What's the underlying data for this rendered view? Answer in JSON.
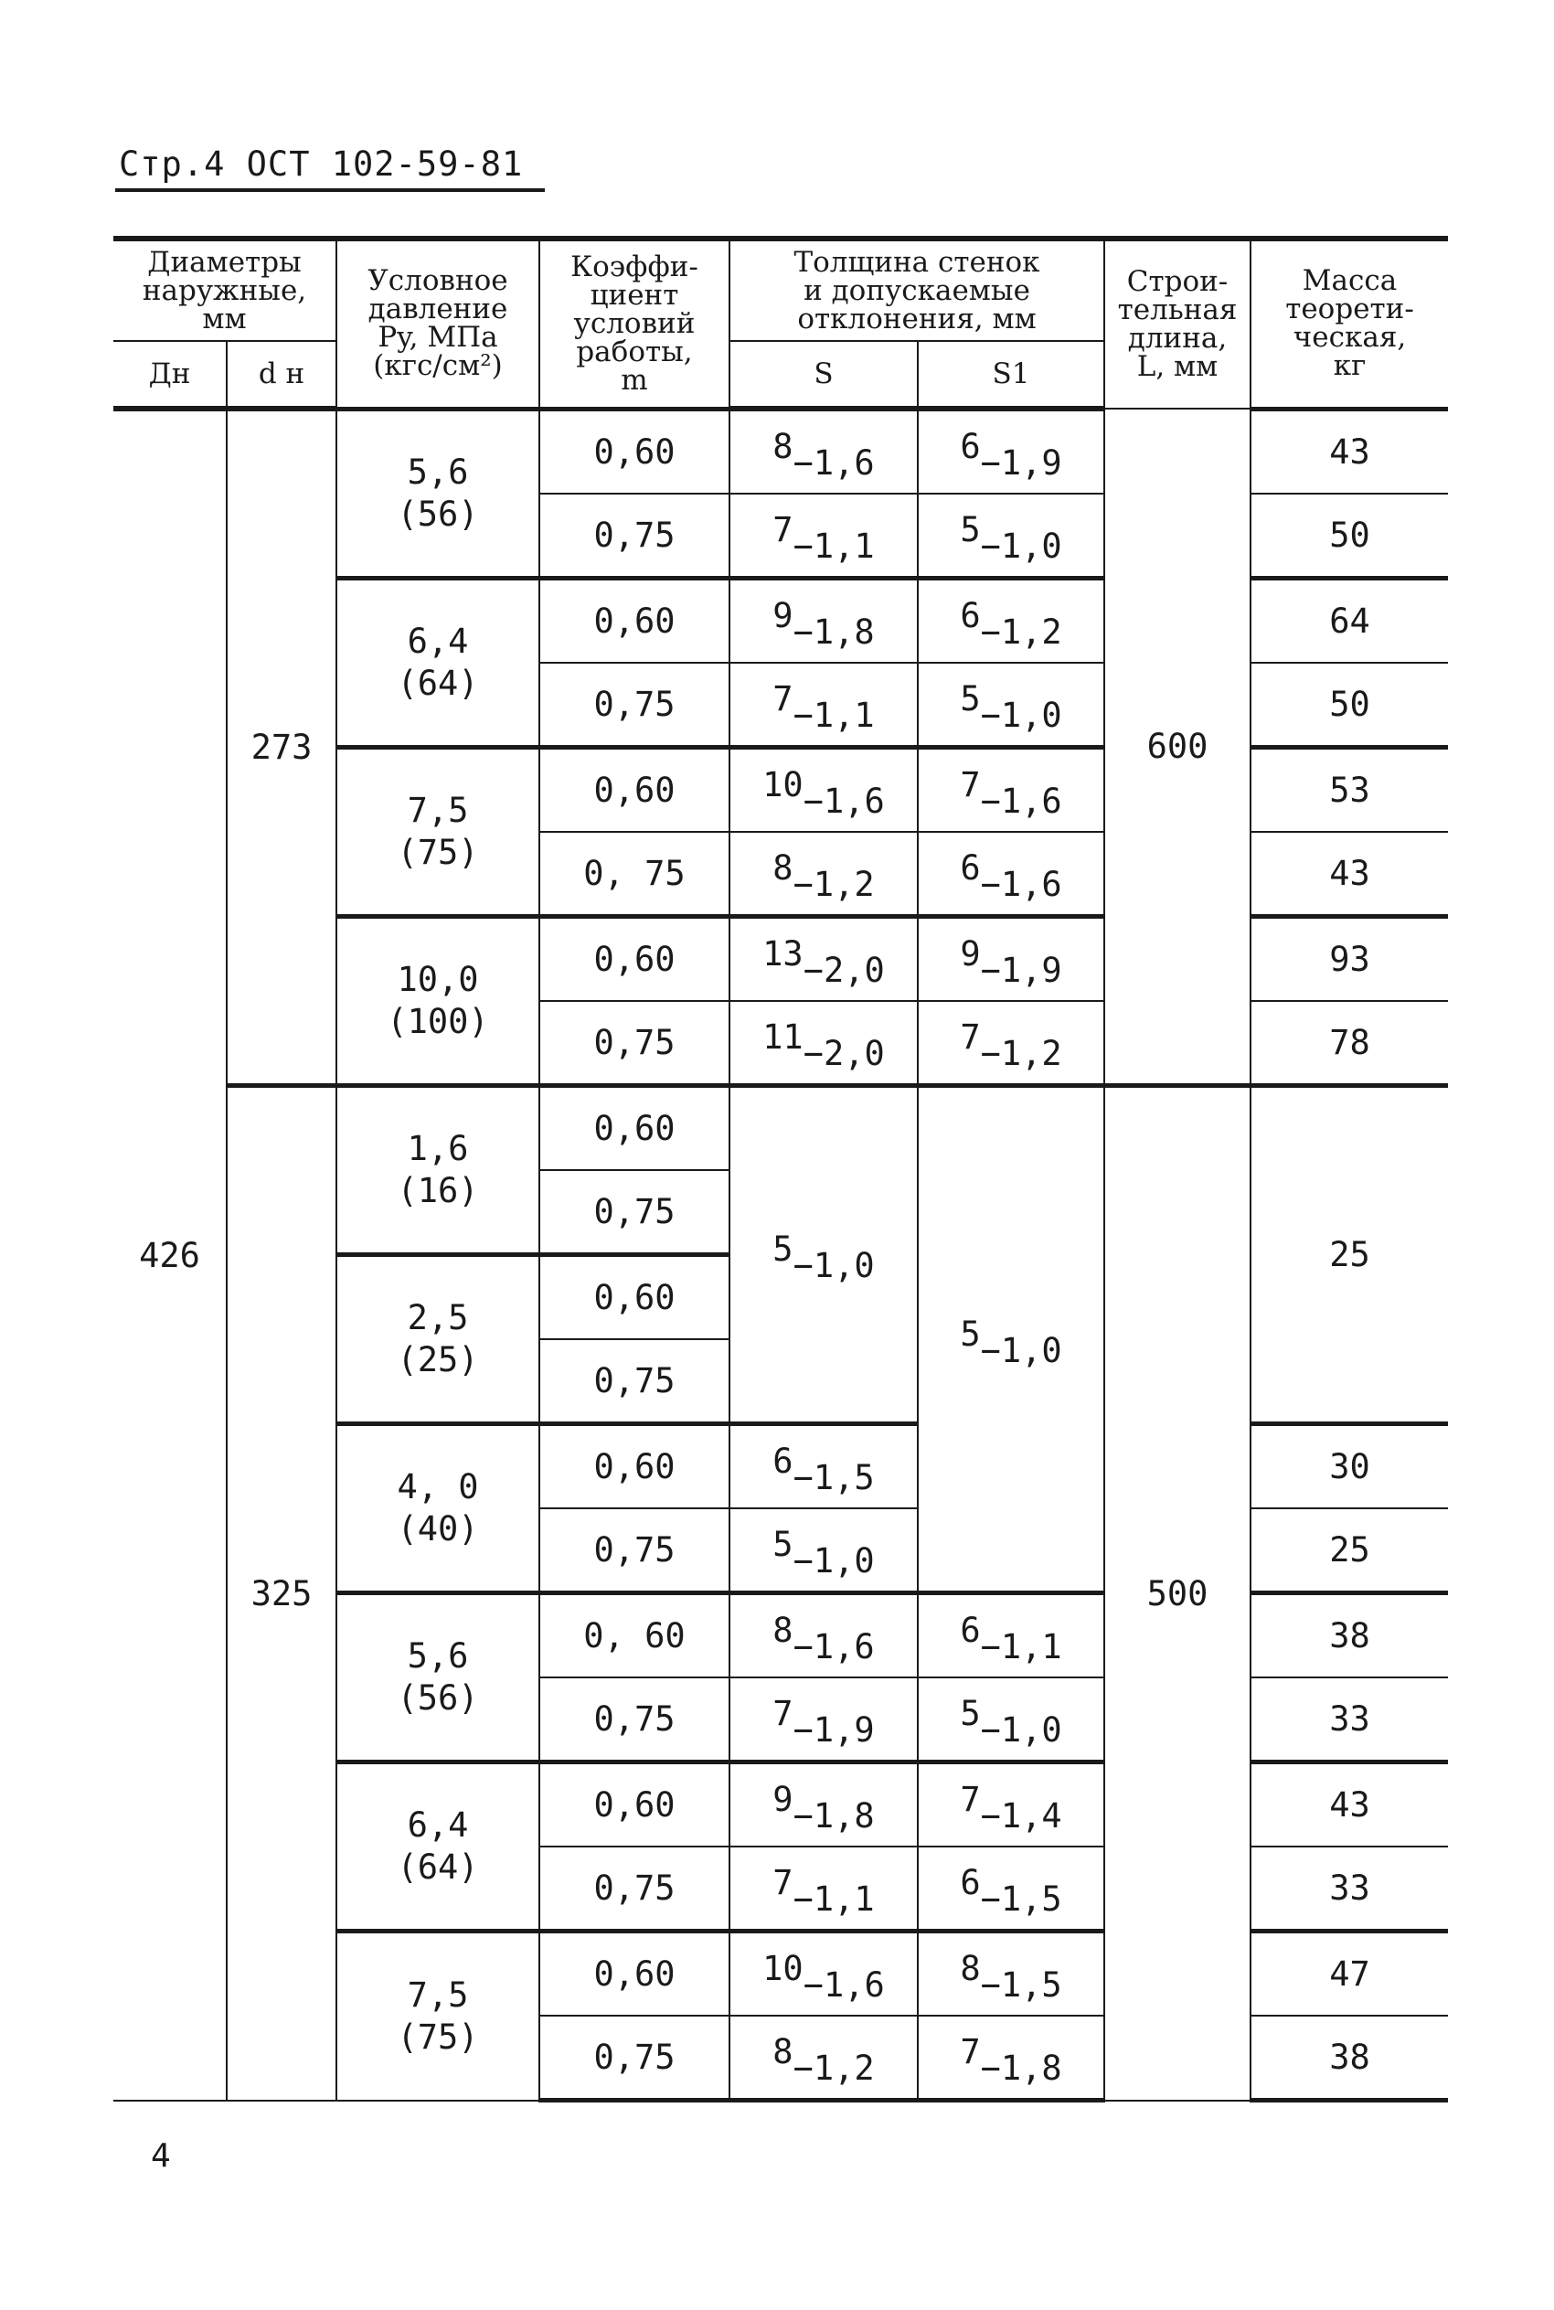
{
  "header": {
    "title": "Стр.4 ОСТ 102-59-81"
  },
  "page_number": "4",
  "columns": {
    "diameters": [
      "Диаметры",
      "наружные,",
      "мм"
    ],
    "dn_outer": "Дн",
    "dn_inner": "d н",
    "pressure": [
      "Условное",
      "давление",
      "Py, МПа",
      "(кгс/см²)"
    ],
    "coef": [
      "Коэффи-",
      "циент",
      "условий",
      "работы,",
      "m"
    ],
    "thickness": [
      "Толщина стенок",
      "и допускаемые",
      "отклонения, мм"
    ],
    "s": "S",
    "s1": "S1",
    "length": [
      "Строи-",
      "тельная",
      "длина,",
      "L, мм"
    ],
    "mass": [
      "Масса",
      "теорети-",
      "ческая,",
      "кг"
    ]
  },
  "dn_value": "426",
  "groups": [
    {
      "dn_inner": "273",
      "length": "600",
      "blocks": [
        {
          "pressure": [
            "5,6",
            "(56)"
          ],
          "rows": [
            {
              "m": "0,60",
              "s": "8",
              "s_tol": "−1,6",
              "s1": "6",
              "s1_tol": "−1,9",
              "mass": "43"
            },
            {
              "m": "0,75",
              "s": "7",
              "s_tol": "−1,1",
              "s1": "5",
              "s1_tol": "−1,0",
              "mass": "50"
            }
          ]
        },
        {
          "pressure": [
            "6,4",
            "(64)"
          ],
          "rows": [
            {
              "m": "0,60",
              "s": "9",
              "s_tol": "−1,8",
              "s1": "6",
              "s1_tol": "−1,2",
              "mass": "64"
            },
            {
              "m": "0,75",
              "s": "7",
              "s_tol": "−1,1",
              "s1": "5",
              "s1_tol": "−1,0",
              "mass": "50"
            }
          ]
        },
        {
          "pressure": [
            "7,5",
            "(75)"
          ],
          "rows": [
            {
              "m": "0,60",
              "s": "10",
              "s_tol": "−1,6",
              "s1": "7",
              "s1_tol": "−1,6",
              "mass": "53"
            },
            {
              "m": "0, 75",
              "s": "8",
              "s_tol": "−1,2",
              "s1": "6",
              "s1_tol": "−1,6",
              "mass": "43"
            }
          ]
        },
        {
          "pressure": [
            "10,0",
            "(100)"
          ],
          "rows": [
            {
              "m": "0,60",
              "s": "13",
              "s_tol": "−2,0",
              "s1": "9",
              "s1_tol": "−1,9",
              "mass": "93"
            },
            {
              "m": "0,75",
              "s": "11",
              "s_tol": "−2,0",
              "s1": "7",
              "s1_tol": "−1,2",
              "mass": "78"
            }
          ]
        }
      ]
    },
    {
      "dn_inner": "325",
      "length": "500",
      "merged": {
        "s_a": "5",
        "s_a_tol": "−1,0",
        "s1_a": "5",
        "s1_a_tol": "−1,0",
        "mass_a": "25"
      },
      "blocks": [
        {
          "pressure": [
            "1,6",
            "(16)"
          ],
          "rows": [
            {
              "m": "0,60"
            },
            {
              "m": "0,75"
            }
          ]
        },
        {
          "pressure": [
            "2,5",
            "(25)"
          ],
          "rows": [
            {
              "m": "0,60"
            },
            {
              "m": "0,75"
            }
          ]
        },
        {
          "pressure": [
            "4, 0",
            "(40)"
          ],
          "rows": [
            {
              "m": "0,60",
              "s": "6",
              "s_tol": "−1,5",
              "mass": "30"
            },
            {
              "m": "0,75",
              "s": "5",
              "s_tol": "−1,0",
              "mass": "25"
            }
          ]
        },
        {
          "pressure": [
            "5,6",
            "(56)"
          ],
          "rows": [
            {
              "m": "0, 60",
              "s": "8",
              "s_tol": "−1,6",
              "s1": "6",
              "s1_tol": "−1,1",
              "mass": "38"
            },
            {
              "m": "0,75",
              "s": "7",
              "s_tol": "−1,9",
              "s1": "5",
              "s1_tol": "−1,0",
              "mass": "33"
            }
          ]
        },
        {
          "pressure": [
            "6,4",
            "(64)"
          ],
          "rows": [
            {
              "m": "0,60",
              "s": "9",
              "s_tol": "−1,8",
              "s1": "7",
              "s1_tol": "−1,4",
              "mass": "43"
            },
            {
              "m": "0,75",
              "s": "7",
              "s_tol": "−1,1",
              "s1": "6",
              "s1_tol": "−1,5",
              "mass": "33"
            }
          ]
        },
        {
          "pressure": [
            "7,5",
            "(75)"
          ],
          "rows": [
            {
              "m": "0,60",
              "s": "10",
              "s_tol": "−1,6",
              "s1": "8",
              "s1_tol": "−1,5",
              "mass": "47"
            },
            {
              "m": "0,75",
              "s": "8",
              "s_tol": "−1,2",
              "s1": "7",
              "s1_tol": "−1,8",
              "mass": "38"
            }
          ]
        }
      ]
    }
  ]
}
